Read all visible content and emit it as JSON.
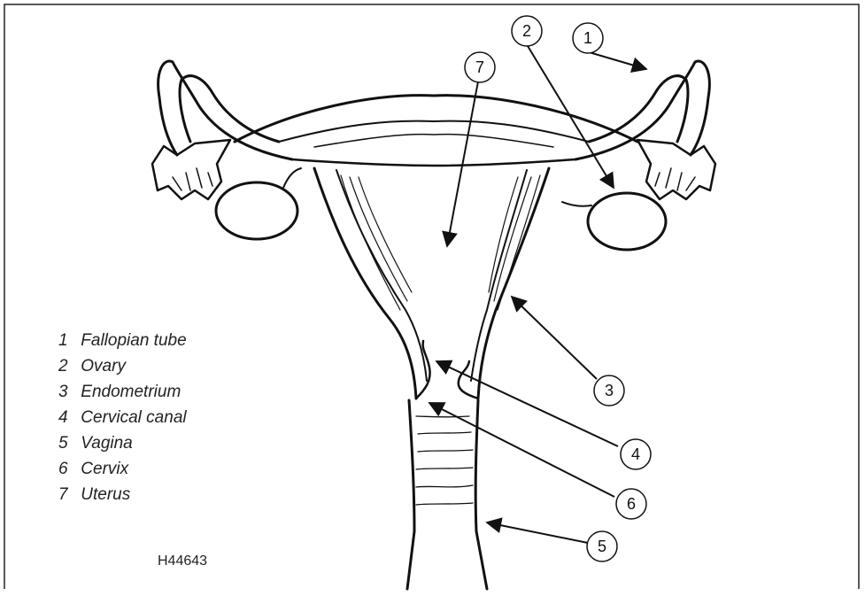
{
  "legend": [
    {
      "num": "1",
      "label": "Fallopian tube"
    },
    {
      "num": "2",
      "label": "Ovary"
    },
    {
      "num": "3",
      "label": "Endometrium"
    },
    {
      "num": "4",
      "label": "Cervical canal"
    },
    {
      "num": "5",
      "label": "Vagina"
    },
    {
      "num": "6",
      "label": "Cervix"
    },
    {
      "num": "7",
      "label": "Uterus"
    }
  ],
  "callouts": {
    "c1": "1",
    "c2": "2",
    "c3": "3",
    "c4": "4",
    "c5": "5",
    "c6": "6",
    "c7": "7"
  },
  "figure_code": "H44643"
}
